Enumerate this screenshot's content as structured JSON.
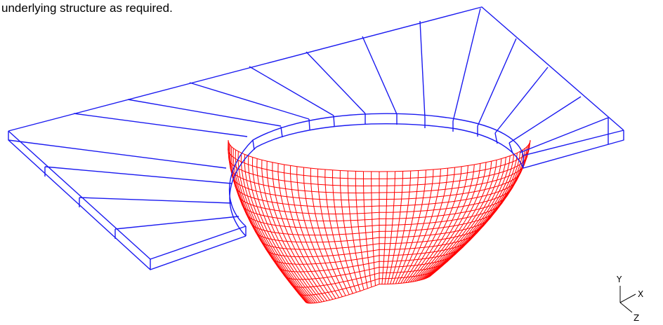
{
  "caption": "underlying structure as required.",
  "axes": {
    "y_label": "Y",
    "x_label": "X",
    "z_label": "Z"
  },
  "colors": {
    "structure": "#1a1af0",
    "mesh": "#ff0000",
    "triad": "#000000"
  }
}
